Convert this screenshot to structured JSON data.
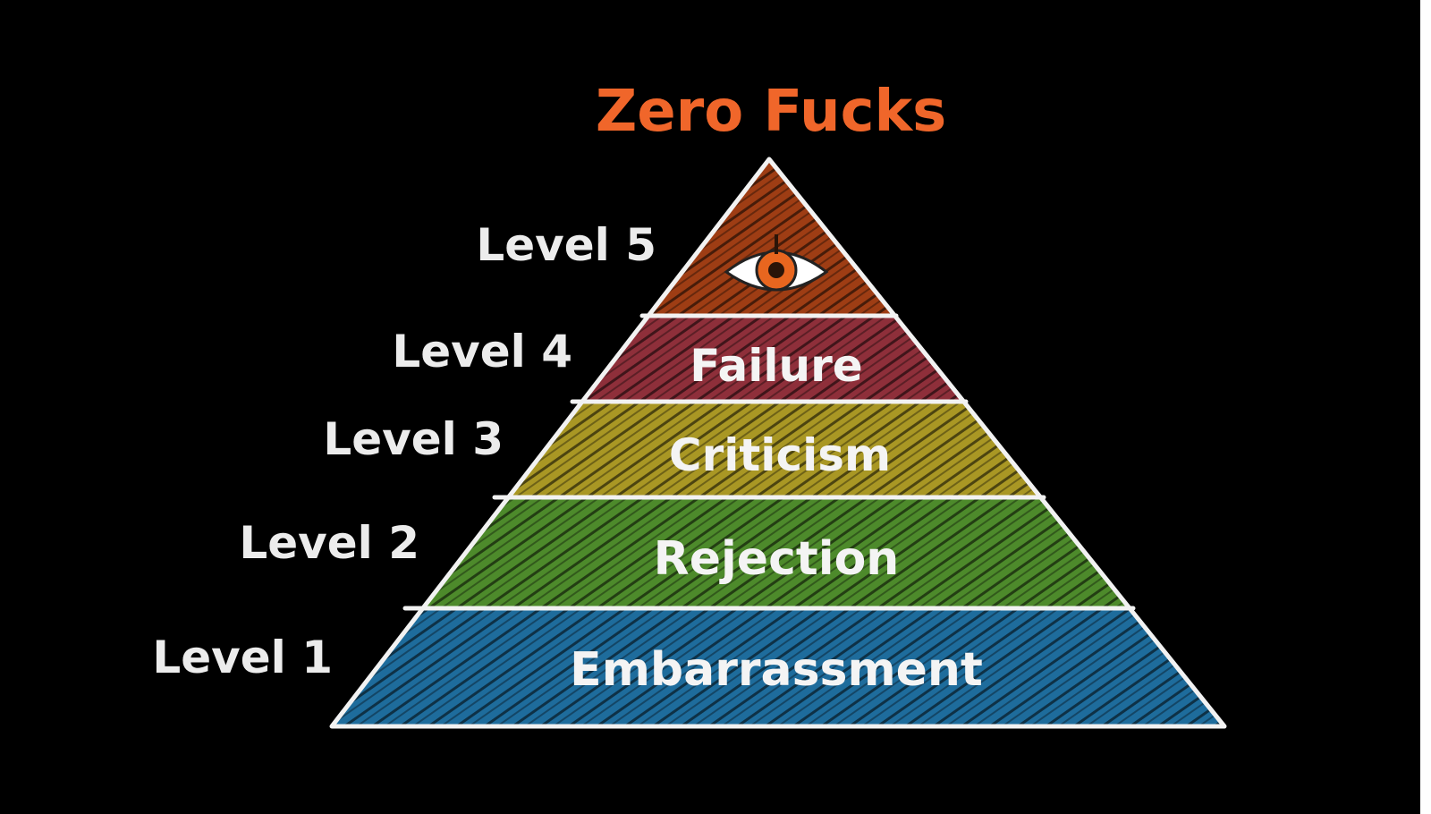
{
  "title": "Zero Fucks",
  "colors": {
    "background": "#000000",
    "title": "#f0662a",
    "outline": "#f2f2f2",
    "label_text": "#ececec",
    "eye_iris": "#e8661f",
    "band_level5": "#9e3d14",
    "band_level4": "#8e2f3a",
    "band_level3": "#a99724",
    "band_level2": "#4d8a2b",
    "band_level1": "#1e6c9c"
  },
  "levels": [
    {
      "level": "Level 5",
      "label": "",
      "icon": "eye-icon"
    },
    {
      "level": "Level 4",
      "label": "Failure"
    },
    {
      "level": "Level 3",
      "label": "Criticism"
    },
    {
      "level": "Level 2",
      "label": "Rejection"
    },
    {
      "level": "Level 1",
      "label": "Embarrassment"
    }
  ]
}
